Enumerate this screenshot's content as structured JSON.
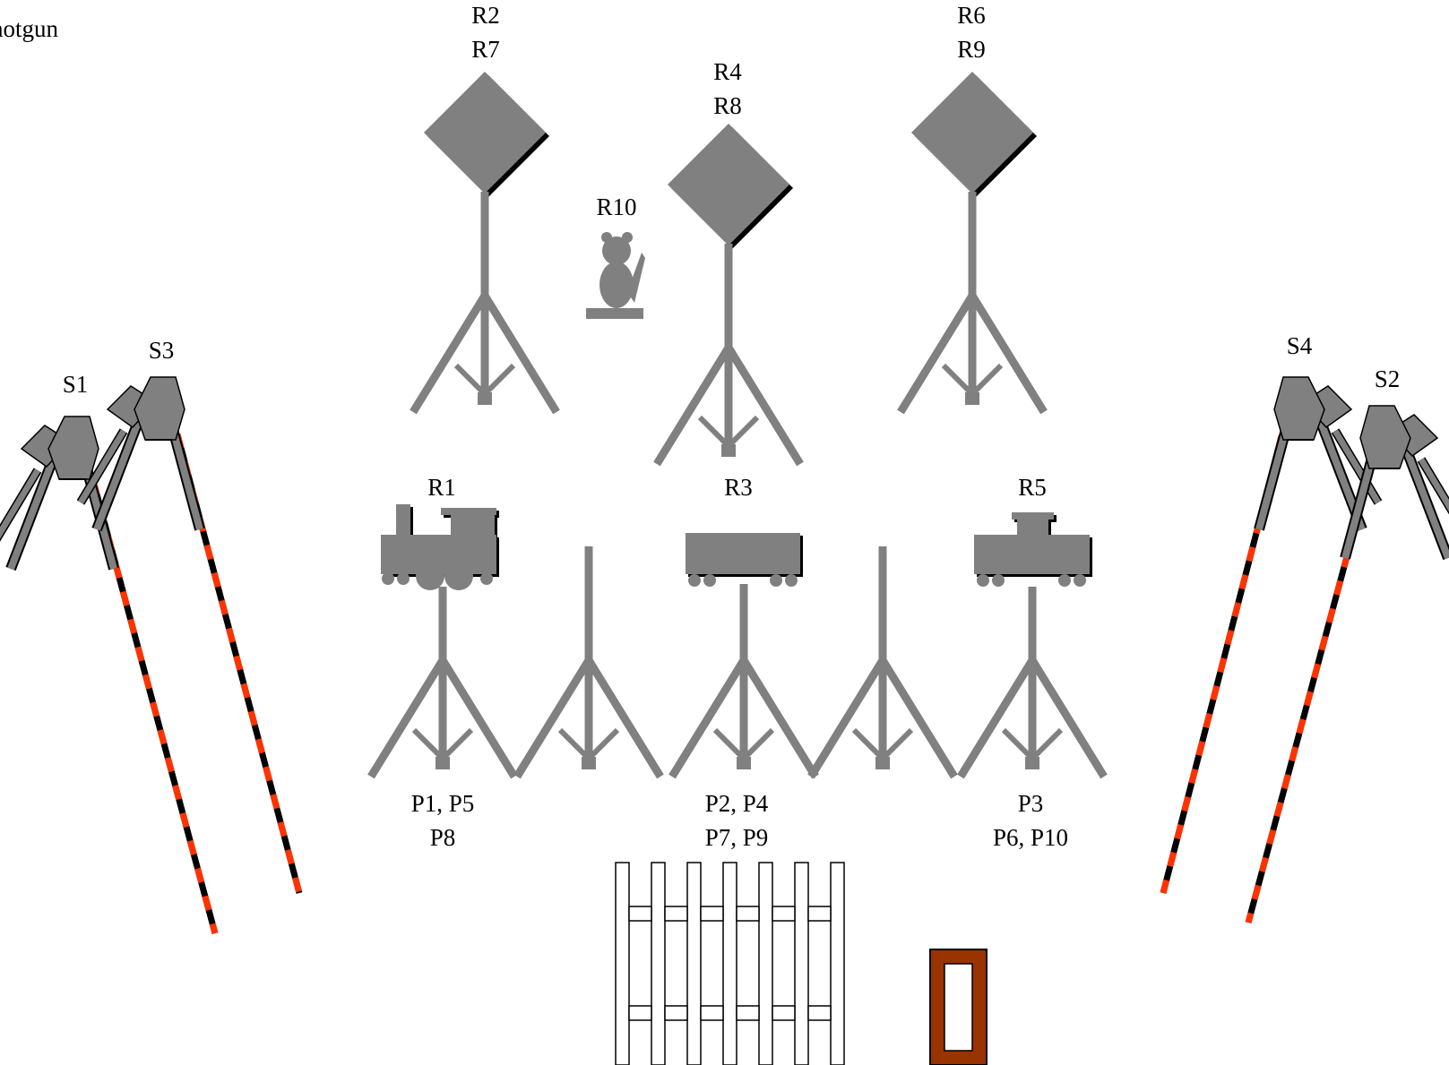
{
  "title": "hotgun",
  "colors": {
    "target_gray": "#808080",
    "shadow": "#000000",
    "fault_red": "#ff3300",
    "fault_black": "#000000",
    "barricade_brown": "#993300"
  },
  "steel": {
    "r2_r7": {
      "line1": "R2",
      "line2": "R7"
    },
    "r4_r8": {
      "line1": "R4",
      "line2": "R8"
    },
    "r6_r9": {
      "line1": "R6",
      "line2": "R9"
    },
    "r10": "R10"
  },
  "train": {
    "r1": "R1",
    "r3": "R3",
    "r5": "R5"
  },
  "paper": {
    "left": {
      "line1": "P1, P5",
      "line2": "P8"
    },
    "center": {
      "line1": "P2, P4",
      "line2": "P7, P9"
    },
    "right": {
      "line1": "P3",
      "line2": "P6, P10"
    }
  },
  "shooting_positions": {
    "s1": "S1",
    "s2": "S2",
    "s3": "S3",
    "s4": "S4"
  },
  "icons": [
    "diamond-steel-target-icon",
    "bear-popper-icon",
    "locomotive-target-icon",
    "boxcar-target-icon",
    "caboose-target-icon",
    "target-stand-icon",
    "tripod-camera-icon",
    "fault-line-icon",
    "fence-icon",
    "barricade-icon"
  ]
}
